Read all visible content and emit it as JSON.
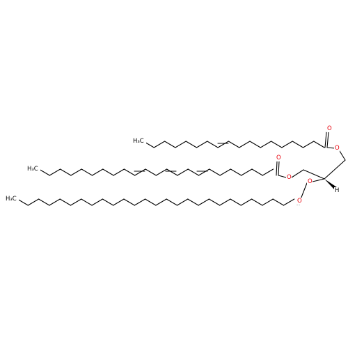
{
  "colors": {
    "bond": "#000000",
    "oxygen": "#e8000b",
    "carbon_label": "#000000",
    "background": "#ffffff"
  },
  "labels": {
    "ch3_top": "H3C",
    "ch3_middle": "H3C",
    "ch3_bottom": "H3C",
    "oxygen": "O",
    "hydrogen": "H"
  }
}
